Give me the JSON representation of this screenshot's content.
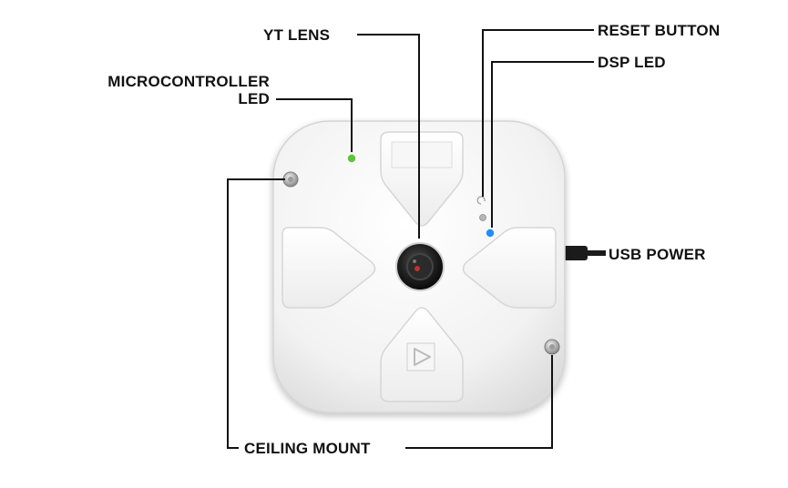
{
  "labels": {
    "yt_lens": "YT LENS",
    "reset_button": "RESET BUTTON",
    "dsp_led": "DSP LED",
    "microcontroller_led_line1": "MICROCONTROLLER",
    "microcontroller_led_line2": "LED",
    "usb_power": "USB POWER",
    "ceiling_mount": "CEILING MOUNT"
  },
  "colors": {
    "callout_line": "#111111",
    "device_body": "#f4f4f4",
    "microcontroller_led": "#5cc43a",
    "dsp_led": "#1e8fff",
    "lens": "#1a1a1a"
  },
  "icons": [
    "play-icon",
    "reset-icon",
    "screw-icon",
    "usb-cable-icon"
  ]
}
